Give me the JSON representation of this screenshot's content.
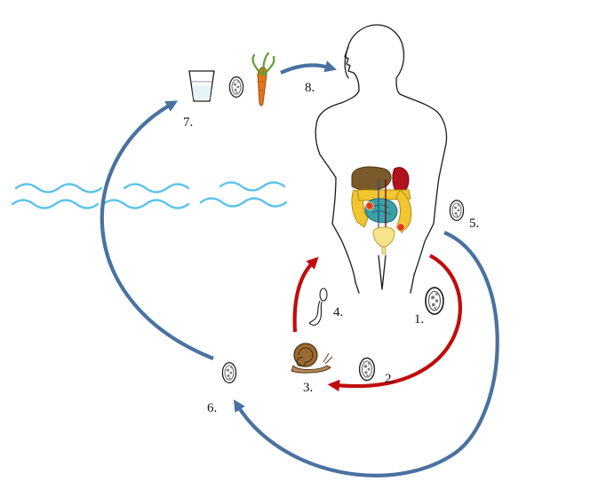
{
  "colors": {
    "host_cycle_arrow": "#c00d0d",
    "environment_arrow": "#4a72a0",
    "water": "#5ec3e8",
    "outline": "#1a1a1a",
    "liver": "#7a5a2a",
    "colon": "#f2c630",
    "small_intestine": "#3aa0a8",
    "organ_red": "#b3121d",
    "bladder": "#f6e38a",
    "snail_shell": "#9b6a33",
    "carrot": "#e8741c",
    "carrot_leaves": "#5ca130"
  },
  "icons": {
    "human": "human-silhouette-icon",
    "organs": "digestive-organs-icon",
    "egg": "egg-icon",
    "snail": "snail-icon",
    "cercaria": "cercaria-icon",
    "water_glass": "water-glass-icon",
    "carrot": "carrot-icon",
    "waves": "water-waves-icon"
  },
  "steps": [
    {
      "id": "1",
      "label": "1."
    },
    {
      "id": "2",
      "label": "2."
    },
    {
      "id": "3",
      "label": "3."
    },
    {
      "id": "4",
      "label": "4."
    },
    {
      "id": "5",
      "label": "5."
    },
    {
      "id": "6",
      "label": "6."
    },
    {
      "id": "7",
      "label": "7."
    },
    {
      "id": "8",
      "label": "8."
    }
  ]
}
